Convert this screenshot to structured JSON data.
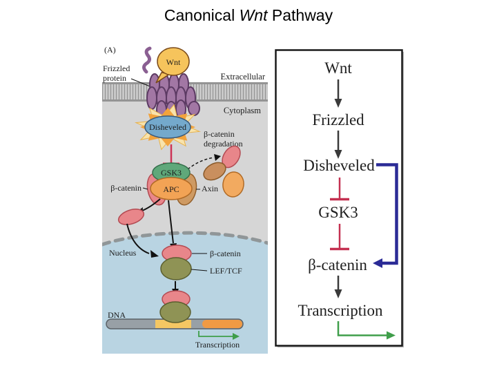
{
  "title": {
    "word1": "Canonical",
    "word2_italic": "Wnt",
    "word3": "Pathway"
  },
  "diagram": {
    "panel_label": "(A)",
    "labels": {
      "frizzled1": "Frizzled",
      "frizzled2": "protein",
      "wnt": "Wnt",
      "extracellular": "Extracellular",
      "cytoplasm": "Cytoplasm",
      "disheveled": "Disheveled",
      "degradation1": "β-catenin",
      "degradation2": "degradation",
      "gsk3": "GSK3",
      "apc": "APC",
      "beta_catenin": "β-catenin",
      "axin": "Axin",
      "nucleus": "Nucleus",
      "beta_catenin_nuclear": "β-catenin",
      "lef_tcf": "LEF/TCF",
      "dna": "DNA",
      "transcription": "Transcription"
    },
    "colors": {
      "cytoplasm": "#d6d6d6",
      "membrane": "#c9c9c9",
      "nucleus": "#b9d4e2",
      "nuclear_envelope": "#909698",
      "wnt_blob": "#f6c45c",
      "receptor": "#a277a4",
      "disheveled": "#74a9cc",
      "starburst_inner": "#f2a33c",
      "starburst_outer": "#f8e3ac",
      "gsk3": "#5fa87a",
      "apc": "#f2a355",
      "beta_catenin": "#e8868a",
      "axin": "#ce9a63",
      "degradation_brown": "#c98f5e",
      "degradation_orange": "#f2aa60",
      "lef_tcf": "#8f9355",
      "dna_gray": "#98a0a6",
      "dna_yellow": "#f5c763",
      "dna_orange": "#f09a44",
      "inhibition_red": "#cc3355",
      "transcription_green": "#3f9e4a"
    }
  },
  "flowchart": {
    "nodes": [
      "Wnt",
      "Frizzled",
      "Disheveled",
      "GSK3",
      "β-catenin",
      "Transcription"
    ],
    "colors": {
      "activation": "#3a3a3a",
      "inhibition": "#c43050",
      "feedback": "#2b2b96",
      "output": "#3f9e4a"
    }
  }
}
